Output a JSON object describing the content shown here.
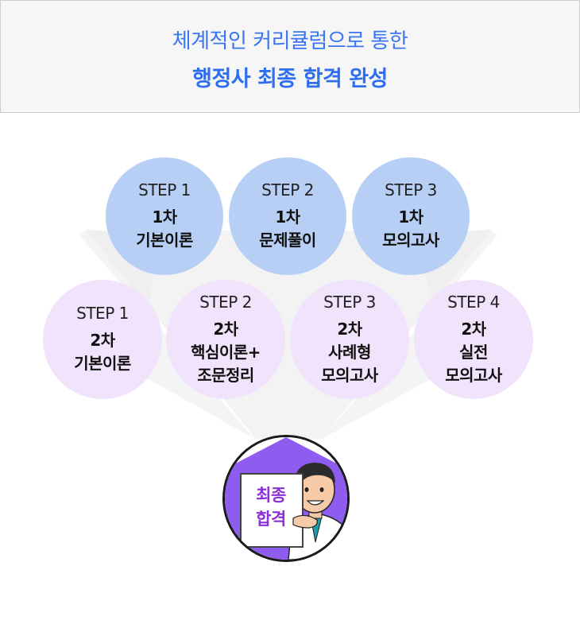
{
  "header": {
    "line1": "체계적인 커리큘럼으로 통한",
    "line2": "행정사 최종 합격 완성"
  },
  "first_stage": [
    {
      "step": "STEP 1",
      "level": "1차",
      "title": "기본이론"
    },
    {
      "step": "STEP 2",
      "level": "1차",
      "title": "문제풀이"
    },
    {
      "step": "STEP 3",
      "level": "1차",
      "title": "모의고사"
    }
  ],
  "second_stage": [
    {
      "step": "STEP 1",
      "level": "2차",
      "title": "기본이론"
    },
    {
      "step": "STEP 2",
      "level": "2차",
      "title": "핵심이론+",
      "title2": "조문정리"
    },
    {
      "step": "STEP 3",
      "level": "2차",
      "title": "사례형",
      "title2": "모의고사"
    },
    {
      "step": "STEP 4",
      "level": "2차",
      "title": "실전",
      "title2": "모의고사"
    }
  ],
  "result": {
    "line1": "최종",
    "line2": "합격"
  },
  "colors": {
    "accent": "#3a75f2",
    "first_stage_circle": "#b8cff5",
    "second_stage_circle": "#f1e3fb",
    "result_text": "#8a2fd8",
    "result_background": "#8f5cf0"
  },
  "icons": {
    "result_illustration": "man-holding-sign-illustration"
  }
}
